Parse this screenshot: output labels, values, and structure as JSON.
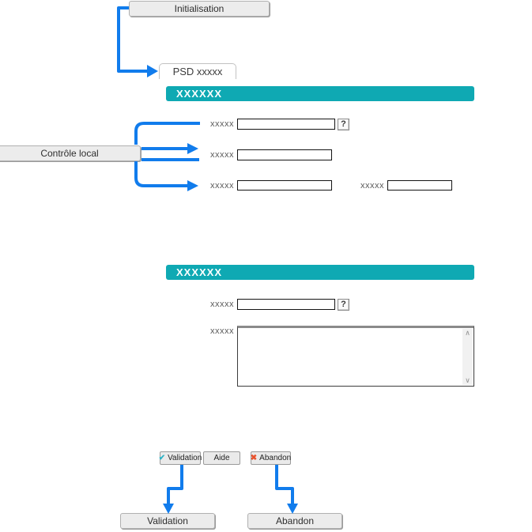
{
  "colors": {
    "arrow_blue": "#117cec",
    "section_teal": "#0fa9b3",
    "box_fill": "#ececec",
    "box_border": "#b0b0b0",
    "check_icon": "#2fb3c6",
    "cross_icon": "#e8512d"
  },
  "diagram": {
    "init_box": "Initialisation",
    "control_box": "Contrôle local",
    "validation_box": "Validation",
    "abandon_box": "Abandon"
  },
  "window": {
    "tab": "PSD xxxxx",
    "sections": [
      {
        "title": "XXXXXX",
        "rows": [
          {
            "label": "xxxxx"
          },
          {
            "label": "xxxxx"
          },
          {
            "label": "xxxxx",
            "label2": "xxxxx"
          }
        ]
      },
      {
        "title": "XXXXXX",
        "rows": [
          {
            "label": "xxxxx"
          },
          {
            "label": "xxxxx"
          }
        ]
      }
    ],
    "toolbar": [
      {
        "label": "Validation"
      },
      {
        "label": "Aide"
      },
      {
        "label": "Abandon"
      }
    ]
  },
  "icons": {
    "help": "?",
    "check": "✔",
    "cross": "✖",
    "scroll_up": "∧",
    "scroll_down": "∨"
  }
}
